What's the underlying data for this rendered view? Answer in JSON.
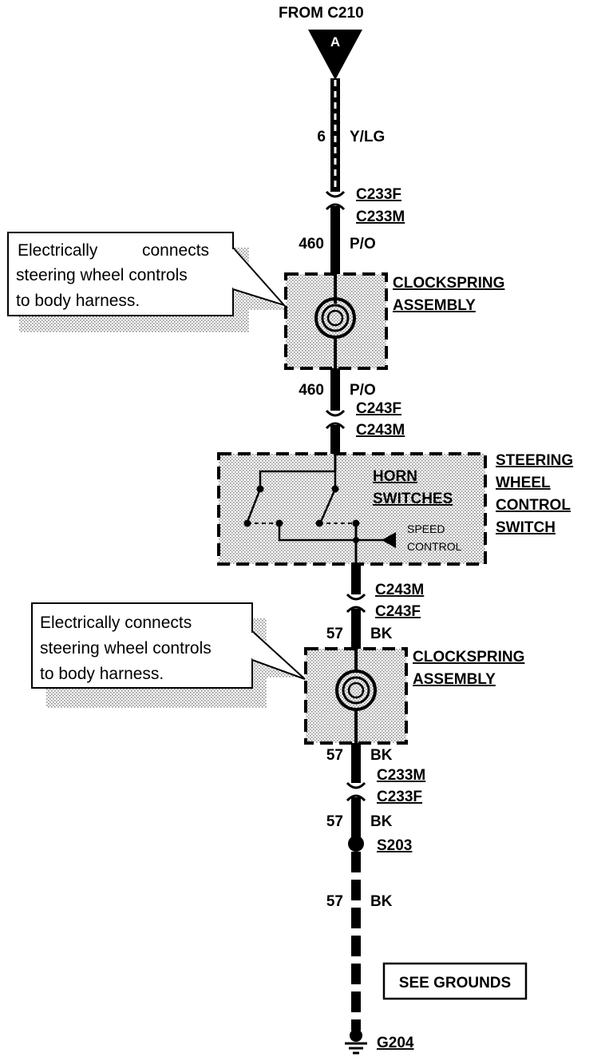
{
  "source": {
    "label": "FROM C210",
    "connector_letter": "A"
  },
  "wires": {
    "w1": {
      "circuit": "6",
      "color": "Y/LG"
    },
    "w2": {
      "circuit": "460",
      "color": "P/O"
    },
    "w3": {
      "circuit": "460",
      "color": "P/O"
    },
    "w4": {
      "circuit": "57",
      "color": "BK"
    },
    "w5": {
      "circuit": "57",
      "color": "BK"
    },
    "w6": {
      "circuit": "57",
      "color": "BK"
    },
    "w7": {
      "circuit": "57",
      "color": "BK"
    }
  },
  "connectors": {
    "c1": {
      "top": "C233F",
      "bottom": "C233M"
    },
    "c2": {
      "top": "C243F",
      "bottom": "C243M"
    },
    "c3": {
      "top": "C243M",
      "bottom": "C243F"
    },
    "c4": {
      "top": "C233M",
      "bottom": "C233F"
    }
  },
  "clockspring1": {
    "line1": "CLOCKSPRING",
    "line2": "ASSEMBLY"
  },
  "clockspring2": {
    "line1": "CLOCKSPRING",
    "line2": "ASSEMBLY"
  },
  "note1": {
    "line1": "Electrically",
    "line1b": "connects",
    "line2": "steering wheel controls",
    "line3": "to body harness."
  },
  "note2": {
    "line1": "Electrically connects",
    "line2": "steering wheel controls",
    "line3": "to body harness."
  },
  "switch": {
    "horn_line1": "HORN",
    "horn_line2": "SWITCHES",
    "speed_line1": "SPEED",
    "speed_line2": "CONTROL",
    "name_line1": "STEERING",
    "name_line2": "WHEEL",
    "name_line3": "CONTROL",
    "name_line4": "SWITCH"
  },
  "splice": "S203",
  "see_grounds": "SEE GROUNDS",
  "ground": "G204"
}
